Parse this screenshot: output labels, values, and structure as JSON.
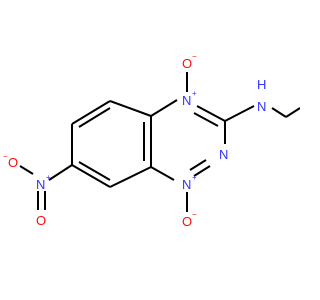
{
  "molecule": {
    "atoms": {
      "n_oxide_top": "N",
      "n_oxide_top_charge": "+",
      "o_top": "O",
      "o_top_charge": "−",
      "n_ring_right": "N",
      "n_oxide_bottom": "N",
      "n_oxide_bottom_charge": "+",
      "o_bottom": "O",
      "o_bottom_charge": "−",
      "n_amine": "N",
      "h_amine": "H",
      "n_nitro": "N",
      "n_nitro_charge": "+",
      "o_nitro_left": "O",
      "o_nitro_left_charge": "−",
      "o_nitro_bottom": "O"
    },
    "colors": {
      "nitrogen": "#3333ff",
      "oxygen": "#ff0d0d",
      "bond": "#000000"
    }
  }
}
